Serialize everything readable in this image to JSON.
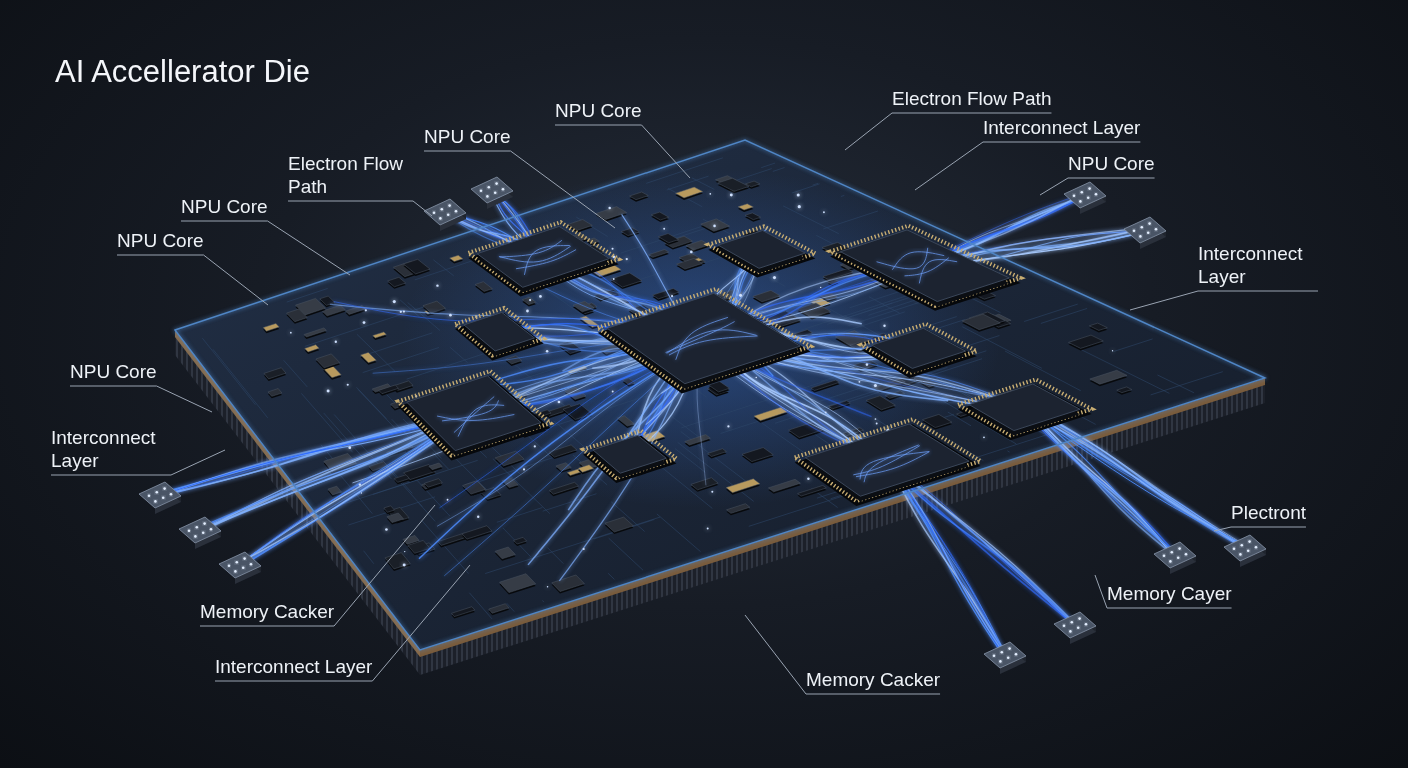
{
  "diagram": {
    "title": "AI Accellerator Die",
    "labels": [
      "NPU Core",
      "Electron Flow Path",
      "NPU Core",
      "Interconnect Layer",
      "Electron Flow Path",
      "NPU Core",
      "NPU Core",
      "NPU Core",
      "Interconnect Layer",
      "NPU Core",
      "Interconnect Layer",
      "Plectront",
      "Memory Cayer",
      "Memory Cacker",
      "Interconnect Layer",
      "Memory Cacker"
    ]
  }
}
